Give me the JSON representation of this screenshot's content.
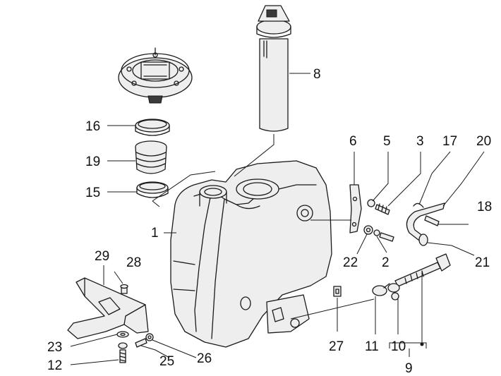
{
  "callouts": [
    {
      "id": "c1",
      "text": "1"
    },
    {
      "id": "c2",
      "text": "2"
    },
    {
      "id": "c3",
      "text": "3"
    },
    {
      "id": "c5",
      "text": "5"
    },
    {
      "id": "c6",
      "text": "6"
    },
    {
      "id": "c8",
      "text": "8"
    },
    {
      "id": "c9",
      "text": "9"
    },
    {
      "id": "c10",
      "text": "10"
    },
    {
      "id": "c11",
      "text": "11"
    },
    {
      "id": "c12",
      "text": "12"
    },
    {
      "id": "c15",
      "text": "15"
    },
    {
      "id": "c16",
      "text": "16"
    },
    {
      "id": "c17",
      "text": "17"
    },
    {
      "id": "c18",
      "text": "18"
    },
    {
      "id": "c19",
      "text": "19"
    },
    {
      "id": "c20",
      "text": "20"
    },
    {
      "id": "c21",
      "text": "21"
    },
    {
      "id": "c22",
      "text": "22"
    },
    {
      "id": "c23",
      "text": "23"
    },
    {
      "id": "c25",
      "text": "25"
    },
    {
      "id": "c26",
      "text": "26"
    },
    {
      "id": "c27",
      "text": "27"
    },
    {
      "id": "c28",
      "text": "28"
    },
    {
      "id": "c29",
      "text": "29"
    }
  ]
}
